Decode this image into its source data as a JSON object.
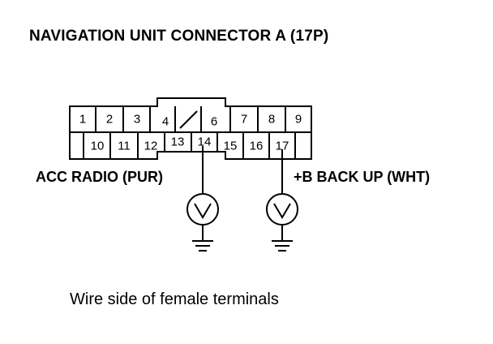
{
  "title": "NAVIGATION UNIT CONNECTOR A (17P)",
  "connector": {
    "top_row": [
      {
        "pin": "1"
      },
      {
        "pin": "2"
      },
      {
        "pin": "3"
      },
      {
        "pin": "4"
      },
      {
        "pin": ""
      },
      {
        "pin": "6"
      },
      {
        "pin": "7"
      },
      {
        "pin": "8"
      },
      {
        "pin": "9"
      }
    ],
    "bottom_row": [
      {
        "pin": ""
      },
      {
        "pin": "10"
      },
      {
        "pin": "11"
      },
      {
        "pin": "12"
      },
      {
        "pin": "13"
      },
      {
        "pin": "14"
      },
      {
        "pin": "15"
      },
      {
        "pin": "16"
      },
      {
        "pin": "17"
      },
      {
        "pin": ""
      }
    ]
  },
  "labels": {
    "left_wire": "ACC RADIO (PUR)",
    "right_wire": "+B BACK UP (WHT)"
  },
  "caption": "Wire side of female terminals"
}
